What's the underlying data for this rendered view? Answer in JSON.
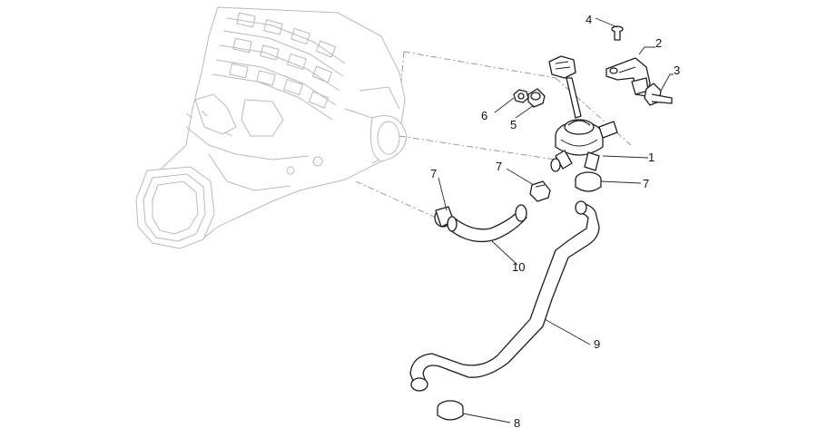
{
  "callouts": [
    {
      "id": "c1",
      "text": "1",
      "part": "valve"
    },
    {
      "id": "c2",
      "text": "2",
      "part": "bracket"
    },
    {
      "id": "c3",
      "text": "3",
      "part": "bolt"
    },
    {
      "id": "c4",
      "text": "4",
      "part": "screw"
    },
    {
      "id": "c5",
      "text": "5",
      "part": "bushing"
    },
    {
      "id": "c6",
      "text": "6",
      "part": "nut"
    },
    {
      "id": "c7a",
      "text": "7",
      "part": "clamp"
    },
    {
      "id": "c7b",
      "text": "7",
      "part": "clamp"
    },
    {
      "id": "c7c",
      "text": "7",
      "part": "clamp"
    },
    {
      "id": "c8",
      "text": "8",
      "part": "clamp"
    },
    {
      "id": "c9",
      "text": "9",
      "part": "long-hose"
    },
    {
      "id": "c10",
      "text": "10",
      "part": "short-hose"
    }
  ]
}
